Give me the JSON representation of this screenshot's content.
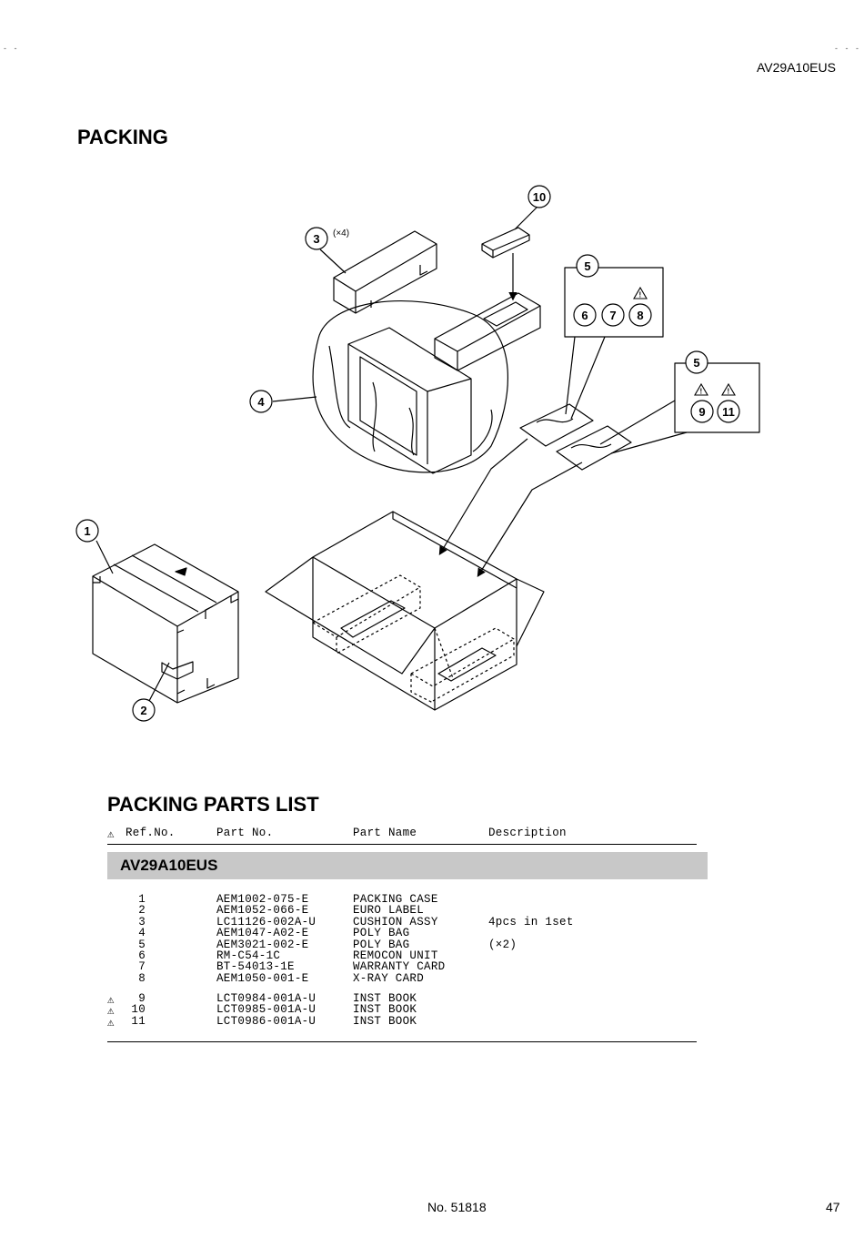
{
  "header": {
    "model": "AV29A10EUS"
  },
  "section_title": "PACKING",
  "diagram": {
    "callouts": [
      "1",
      "2",
      "3",
      "4",
      "5",
      "5",
      "6",
      "7",
      "8",
      "9",
      "10",
      "11"
    ],
    "qty_note": "(×4)"
  },
  "parts_list": {
    "title": "PACKING PARTS LIST",
    "columns": {
      "ref": "Ref.No.",
      "part": "Part No.",
      "name": "Part Name",
      "desc": "Description"
    },
    "model": "AV29A10EUS",
    "rows": [
      {
        "ref": "1",
        "part": "AEM1002-075-E",
        "name": "PACKING CASE",
        "desc": ""
      },
      {
        "ref": "2",
        "part": "AEM1052-066-E",
        "name": "EURO LABEL",
        "desc": ""
      },
      {
        "ref": "3",
        "part": "LC11126-002A-U",
        "name": "CUSHION ASSY",
        "desc": "4pcs in 1set"
      },
      {
        "ref": "4",
        "part": "AEM1047-A02-E",
        "name": "POLY BAG",
        "desc": ""
      },
      {
        "ref": "5",
        "part": "AEM3021-002-E",
        "name": "POLY BAG",
        "desc": "(×2)"
      },
      {
        "ref": "6",
        "part": "RM-C54-1C",
        "name": "REMOCON UNIT",
        "desc": ""
      },
      {
        "ref": "7",
        "part": "BT-54013-1E",
        "name": "WARRANTY CARD",
        "desc": ""
      },
      {
        "ref": "8",
        "part": "AEM1050-001-E",
        "name": "X-RAY CARD",
        "desc": ""
      }
    ],
    "safety_rows": [
      {
        "ref": "9",
        "part": "LCT0984-001A-U",
        "name": "INST BOOK"
      },
      {
        "ref": "10",
        "part": "LCT0985-001A-U",
        "name": "INST BOOK"
      },
      {
        "ref": "11",
        "part": "LCT0986-001A-U",
        "name": "INST BOOK"
      }
    ]
  },
  "footer": {
    "doc_no": "No. 51818",
    "page": "47"
  }
}
